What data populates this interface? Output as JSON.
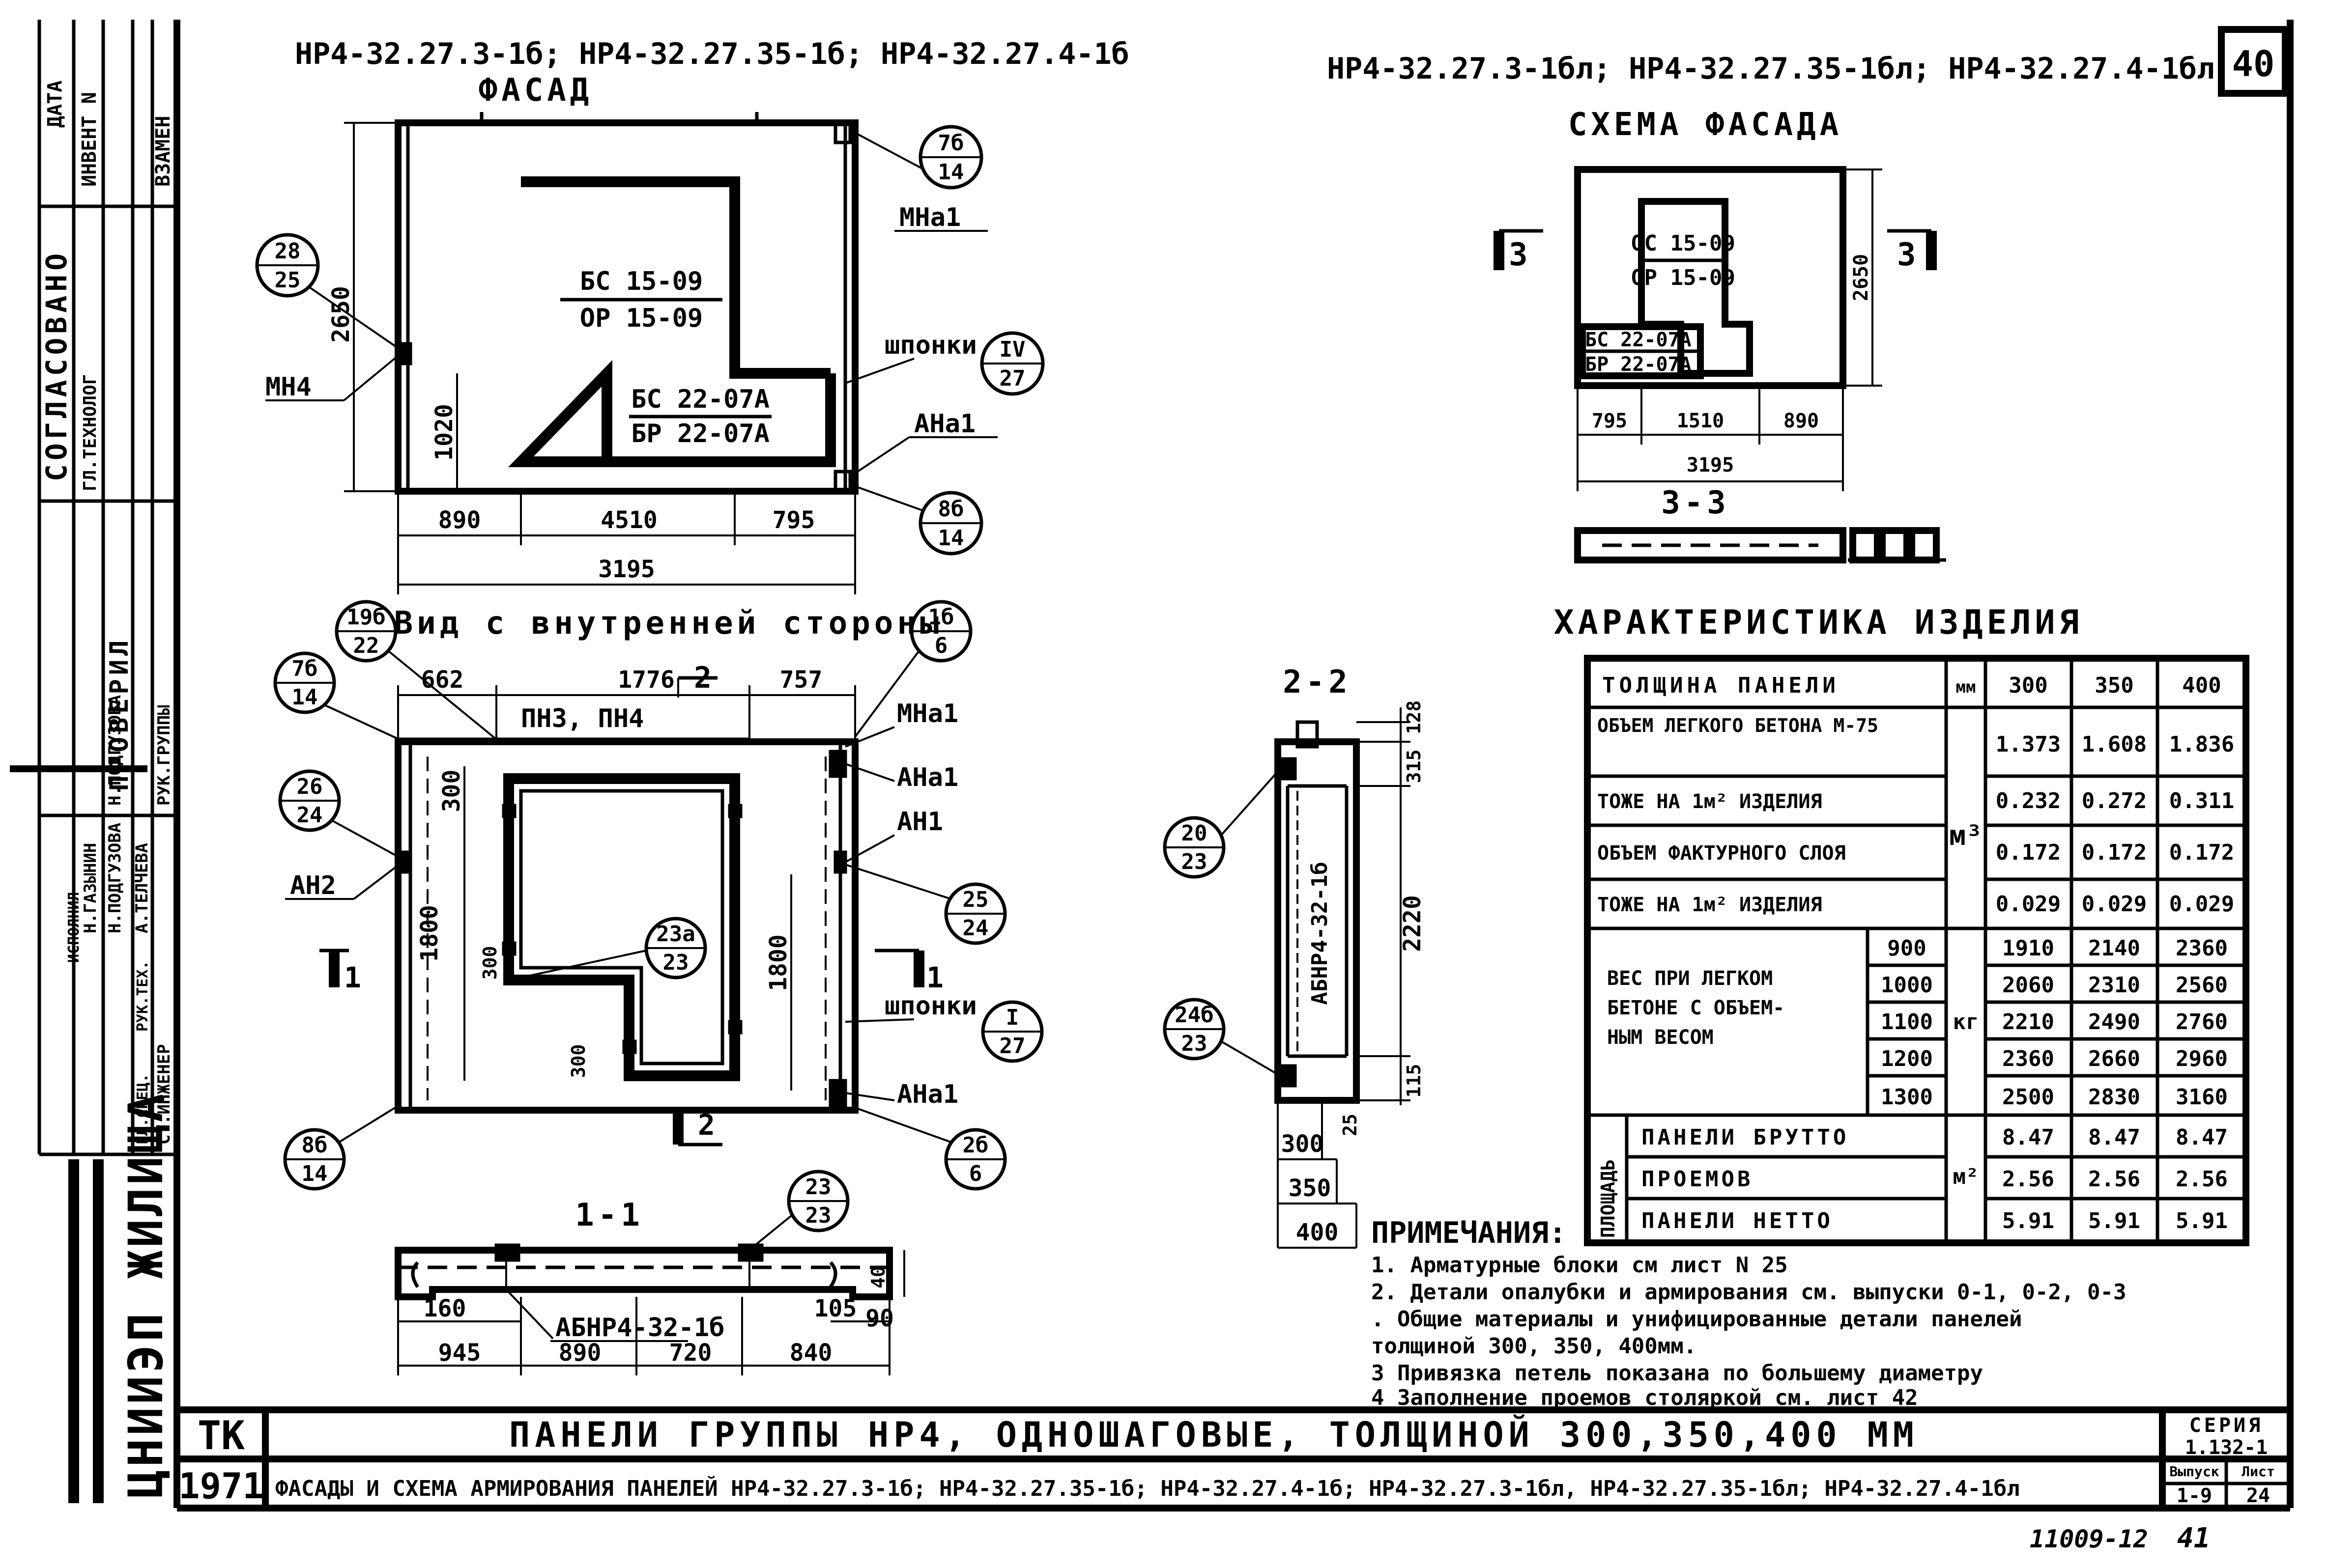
{
  "sheet_number": "40",
  "stamp_bottom": "11009-12",
  "stamp_pen": "41",
  "left_strip": {
    "organization": "ЦНИИЭП ЖИЛИЩА",
    "agreed": "СОГЛАСОВАНО",
    "checked": "ПРОВЕРИЛ",
    "roles": [
      "ГЛ.ТЕХНОЛОГ",
      "Н.ГАЗЫНИН",
      "РУК.ГРУППЫ",
      "СТ.ИНЖЕНЕР",
      "ГЛ.СПЕЦ.",
      "РУК.ТЕХ.",
      "ИСПОЛНИЛ",
      "Н.ПОДГУЗОВА",
      "А.ТЕЛЧЕВА",
      "Н.ПОДГУЗОВА"
    ],
    "headers": [
      "ДАТА",
      "ИНВЕНТ N",
      "ВЗАМЕН"
    ]
  },
  "facade": {
    "marks": "НР4-32.27.3-1б; НР4-32.27.35-1б; НР4-32.27.4-1б",
    "title": "ФАСАД",
    "window1": [
      "БС 15-09",
      "ОР 15-09"
    ],
    "window2": [
      "БС 22-07А",
      "БР 22-07А"
    ],
    "dims_bottom": [
      "890",
      "4510",
      "795"
    ],
    "dim_total": "3195",
    "dim_height": "2650",
    "dim_sill": "1020",
    "labels": [
      "МН4",
      "МНа1",
      "шпонки",
      "АНа1"
    ],
    "bubbles": [
      {
        "top": "7б",
        "bottom": "14"
      },
      {
        "top": "28",
        "bottom": "25"
      },
      {
        "top": "IV",
        "bottom": "27"
      },
      {
        "top": "8б",
        "bottom": "14"
      }
    ]
  },
  "interior": {
    "title": "Вид с внутренней стороны",
    "dims_top": [
      "662",
      "1776",
      "757"
    ],
    "cut_label": "2",
    "top_label": "ПН3, ПН4",
    "dims_left": [
      "300",
      "1800",
      "300",
      "300"
    ],
    "dim_right": "1800",
    "labels": [
      "МНа1",
      "АНа1",
      "АН1",
      "АН2",
      "шпонки",
      "АНа1"
    ],
    "bubbles": [
      {
        "top": "19б",
        "bottom": "22"
      },
      {
        "top": "7б",
        "bottom": "14"
      },
      {
        "top": "1б",
        "bottom": "6"
      },
      {
        "top": "26",
        "bottom": "24"
      },
      {
        "top": "25",
        "bottom": "24"
      },
      {
        "top": "23а",
        "bottom": "23"
      },
      {
        "top": "I",
        "bottom": "27"
      },
      {
        "top": "8б",
        "bottom": "14"
      },
      {
        "top": "2б",
        "bottom": "6"
      }
    ],
    "section_marks": [
      "1",
      "1",
      "2"
    ]
  },
  "section11": {
    "title": "1-1",
    "bubble": {
      "top": "23",
      "bottom": "23"
    },
    "block_label": "АБНР4-32-1б",
    "dims": [
      "160",
      "945",
      "890",
      "720",
      "840",
      "105",
      "90",
      "40"
    ]
  },
  "section22": {
    "title": "2-2",
    "block_label": "АБНР4-32-1б",
    "dims": [
      "128",
      "315",
      "2220",
      "115",
      "25"
    ],
    "thickness": [
      "300",
      "350",
      "400"
    ],
    "bubbles": [
      {
        "top": "20",
        "bottom": "23"
      },
      {
        "top": "24б",
        "bottom": "23"
      }
    ]
  },
  "scheme": {
    "marks": "НР4-32.27.3-1бл; НР4-32.27.35-1бл; НР4-32.27.4-1бл",
    "title": "СХЕМА ФАСАДА",
    "window1": [
      "ОС 15-09",
      "ОР 15-09"
    ],
    "window2": [
      "БС 22-07А",
      "БР 22-07А"
    ],
    "dims_bottom": [
      "795",
      "1510",
      "890"
    ],
    "dim_total": "3195",
    "dim_height": "2650",
    "cut": "3",
    "section_title": "3-3"
  },
  "characteristics": {
    "title": "ХАРАКТЕРИСТИКА ИЗДЕЛИЯ",
    "col_thickness": "ТОЛЩИНА ПАНЕЛИ",
    "col_unit": "мм",
    "thicknesses": [
      "300",
      "350",
      "400"
    ],
    "rows": [
      {
        "label": "ОБЪЕМ ЛЕГКОГО БЕТОНА М-75",
        "unit": "м³",
        "values": [
          "1.373",
          "1.608",
          "1.836"
        ]
      },
      {
        "label": "ТОЖЕ НА 1м² ИЗДЕЛИЯ",
        "unit": "",
        "values": [
          "0.232",
          "0.272",
          "0.311"
        ]
      },
      {
        "label": "ОБЪЕМ ФАКТУРНОГО СЛОЯ",
        "unit": "",
        "values": [
          "0.172",
          "0.172",
          "0.172"
        ]
      },
      {
        "label": "ТОЖЕ НА 1м² ИЗДЕЛИЯ",
        "unit": "",
        "values": [
          "0.029",
          "0.029",
          "0.029"
        ]
      }
    ],
    "weight_label": [
      "ВЕС ПРИ ЛЕГКОМ",
      "БЕТОНЕ С ОБЪЕМ-",
      "НЫМ ВЕСОМ"
    ],
    "weight_unit": "кг",
    "weights": [
      {
        "density": "900",
        "values": [
          "1910",
          "2140",
          "2360"
        ]
      },
      {
        "density": "1000",
        "values": [
          "2060",
          "2310",
          "2560"
        ]
      },
      {
        "density": "1100",
        "values": [
          "2210",
          "2490",
          "2760"
        ]
      },
      {
        "density": "1200",
        "values": [
          "2360",
          "2660",
          "2960"
        ]
      },
      {
        "density": "1300",
        "values": [
          "2500",
          "2830",
          "3160"
        ]
      }
    ],
    "area_label": "ПЛОЩАДЬ",
    "area_unit": "м²",
    "areas": [
      {
        "label": "ПАНЕЛИ БРУТТО",
        "values": [
          "8.47",
          "8.47",
          "8.47"
        ]
      },
      {
        "label": "ПРОЕМОВ",
        "values": [
          "2.56",
          "2.56",
          "2.56"
        ]
      },
      {
        "label": "ПАНЕЛИ НЕТТО",
        "values": [
          "5.91",
          "5.91",
          "5.91"
        ]
      }
    ]
  },
  "notes": {
    "title": "ПРИМЕЧАНИЯ:",
    "items": [
      "1. Арматурные блоки см лист N 25",
      "2. Детали опалубки и армирования см. выпуски 0-1, 0-2, 0-3",
      "   . Общие материалы и унифицированные детали панелей",
      "   толщиной 300, 350, 400мм.",
      "3 Привязка петель показана по большему диаметру",
      "4 Заполнение проемов столяркой см. лист 42"
    ]
  },
  "title_block": {
    "code": "ТК",
    "year": "1971",
    "main_title": "ПАНЕЛИ ГРУППЫ НР4, ОДНОШАГОВЫЕ, ТОЛЩИНОЙ 300,350,400 ММ",
    "subtitle": "ФАСАДЫ И СХЕМА АРМИРОВАНИЯ ПАНЕЛЕЙ НР4-32.27.3-1б; НР4-32.27.35-1б; НР4-32.27.4-1б; НР4-32.27.3-1бл, НР4-32.27.35-1бл; НР4-32.27.4-1бл",
    "series_label": "СЕРИЯ",
    "series": "1.132-1",
    "issue_label": "Выпуск",
    "issue": "1-9",
    "sheet_label": "Лист",
    "sheet": "24"
  }
}
